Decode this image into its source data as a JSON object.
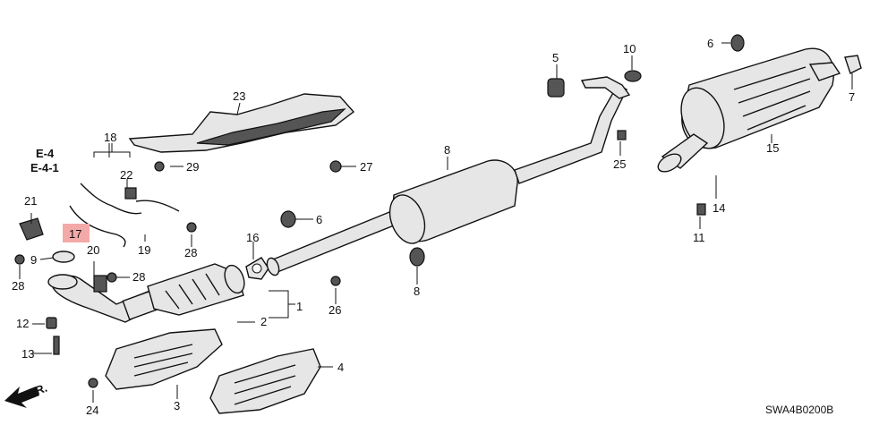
{
  "diagram": {
    "doc_code": "SWA4B0200B",
    "front_arrow": "FR.",
    "references": [
      "E-4",
      "E-4-1"
    ],
    "highlighted_part": "17",
    "callouts": [
      {
        "id": "1",
        "label": "1"
      },
      {
        "id": "2",
        "label": "2"
      },
      {
        "id": "3",
        "label": "3"
      },
      {
        "id": "4",
        "label": "4"
      },
      {
        "id": "5",
        "label": "5"
      },
      {
        "id": "6a",
        "label": "6"
      },
      {
        "id": "6b",
        "label": "6"
      },
      {
        "id": "7",
        "label": "7"
      },
      {
        "id": "8a",
        "label": "8"
      },
      {
        "id": "8b",
        "label": "8"
      },
      {
        "id": "9",
        "label": "9"
      },
      {
        "id": "10",
        "label": "10"
      },
      {
        "id": "11",
        "label": "11"
      },
      {
        "id": "12",
        "label": "12"
      },
      {
        "id": "13",
        "label": "13"
      },
      {
        "id": "14",
        "label": "14"
      },
      {
        "id": "15",
        "label": "15"
      },
      {
        "id": "16",
        "label": "16"
      },
      {
        "id": "17",
        "label": "17"
      },
      {
        "id": "18",
        "label": "18"
      },
      {
        "id": "19",
        "label": "19"
      },
      {
        "id": "20",
        "label": "20"
      },
      {
        "id": "21",
        "label": "21"
      },
      {
        "id": "22",
        "label": "22"
      },
      {
        "id": "23",
        "label": "23"
      },
      {
        "id": "24",
        "label": "24"
      },
      {
        "id": "25",
        "label": "25"
      },
      {
        "id": "26",
        "label": "26"
      },
      {
        "id": "27",
        "label": "27"
      },
      {
        "id": "28a",
        "label": "28"
      },
      {
        "id": "28b",
        "label": "28"
      },
      {
        "id": "28c",
        "label": "28"
      },
      {
        "id": "29",
        "label": "29"
      }
    ]
  }
}
